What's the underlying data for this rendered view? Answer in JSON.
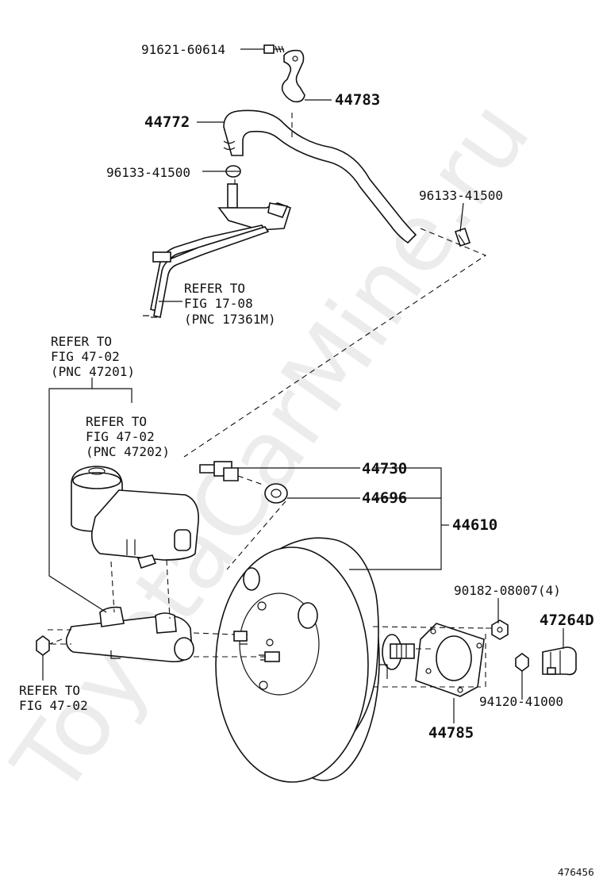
{
  "watermark": "ToyotaCarMine.ru",
  "diagram_id": "476456",
  "parts": {
    "bolt_top": "91621-60614",
    "clamp": "44783",
    "hose": "44772",
    "clip_upper": "96133-41500",
    "clip_right": "96133-41500",
    "check_valve": "44730",
    "grommet": "44696",
    "booster_assy": "44610",
    "nut_booster": "90182-08007(4)",
    "bracket_switch": "47264D",
    "nut_small": "94120-41000",
    "gasket": "44785"
  },
  "references": {
    "fuel_line": [
      "REFER TO",
      "FIG 17-08",
      "(PNC 17361M)"
    ],
    "master_cyl": [
      "REFER TO",
      "FIG 47-02",
      "(PNC 47201)"
    ],
    "reservoir": [
      "REFER TO",
      "FIG 47-02",
      "(PNC 47202)"
    ],
    "nut_left": [
      "REFER TO",
      "FIG 47-02"
    ]
  }
}
